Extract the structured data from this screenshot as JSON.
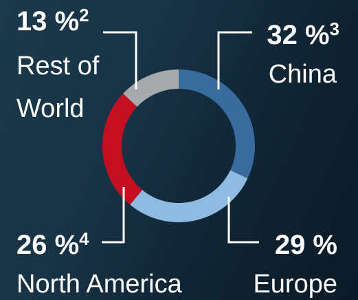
{
  "chart_data": {
    "type": "pie",
    "variant": "donut",
    "title": "",
    "legend": "none",
    "grid": false,
    "slices": [
      {
        "label": "China",
        "value": 32,
        "value_label": "32 %",
        "note": "3",
        "color": "#3a6b9e"
      },
      {
        "label": "Europe",
        "value": 29,
        "value_label": "29 %",
        "note": "",
        "color": "#8fbbe3"
      },
      {
        "label": "North America",
        "value": 26,
        "value_label": "26 %",
        "note": "4",
        "color": "#c30f21"
      },
      {
        "label": "Rest of World",
        "value": 13,
        "value_label": "13 %",
        "note": "2",
        "color": "#a6aaad"
      }
    ]
  }
}
